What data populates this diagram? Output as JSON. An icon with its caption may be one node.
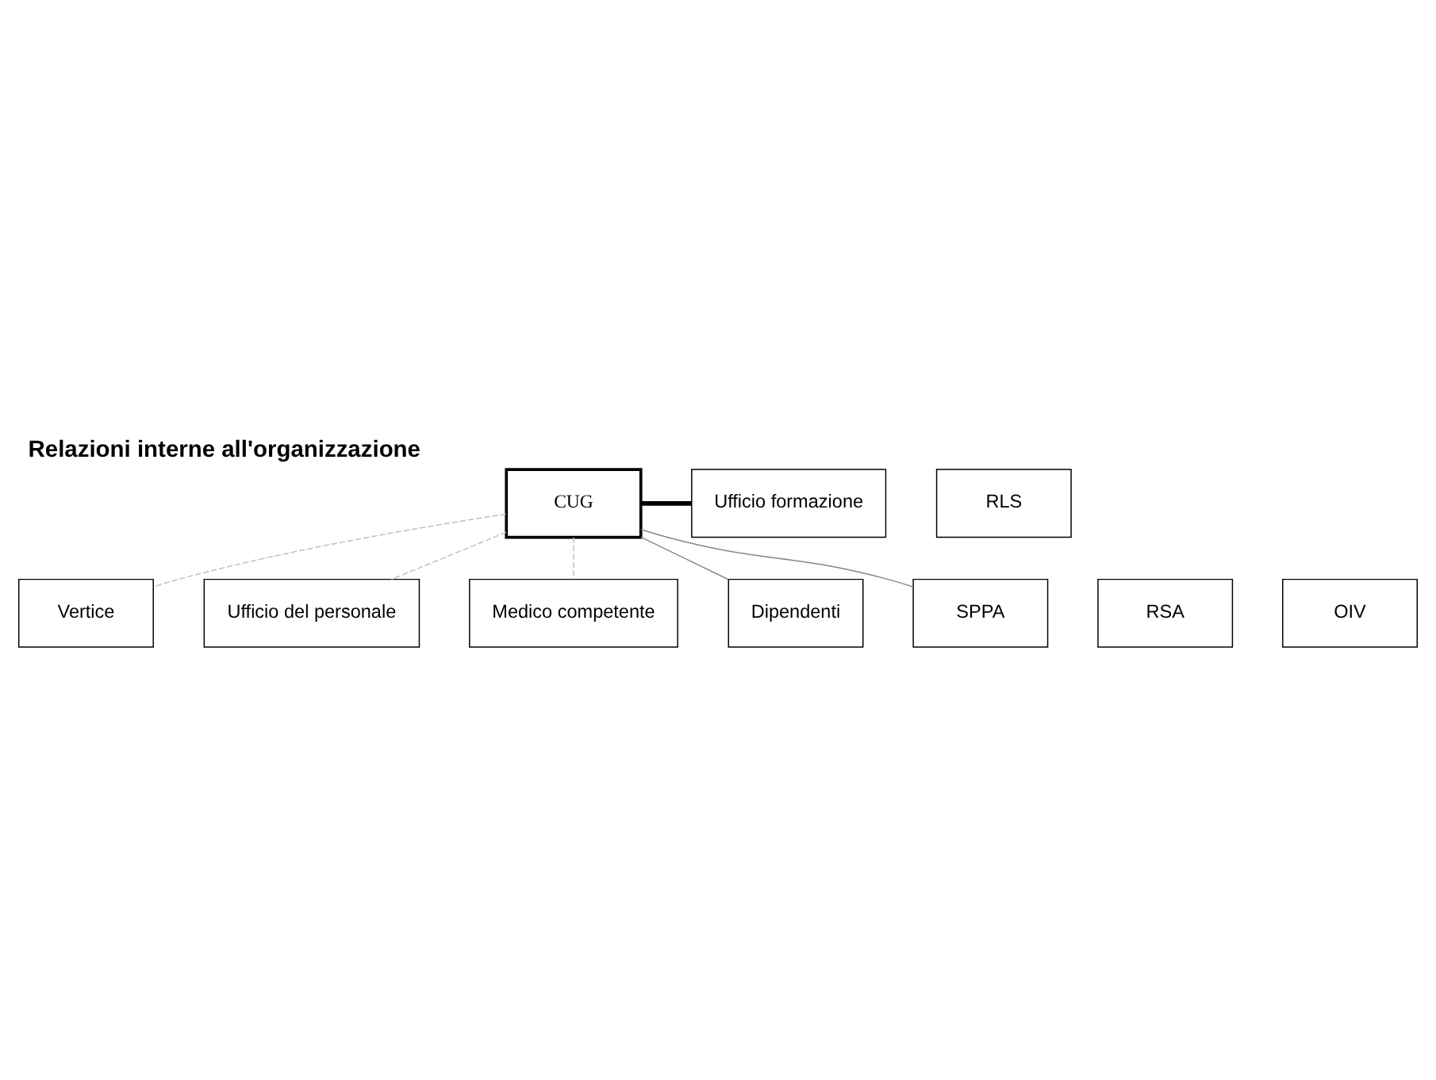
{
  "diagram": {
    "title": "Relazioni interne all'organizzazione",
    "nodes": [
      {
        "text": [
          "Vertice"
        ]
      },
      {
        "text": [
          "RSA"
        ]
      },
      {
        "text": [
          "Ufficio del personale"
        ]
      },
      {
        "text": [
          "RLS"
        ]
      },
      {
        "text": [
          "CUG"
        ]
      },
      {
        "text": [
          "Ufficio formazione"
        ]
      },
      {
        "text": [
          "Medico competente"
        ]
      },
      {
        "text": [
          "OIV"
        ]
      },
      {
        "text": [
          "Dipendenti"
        ]
      },
      {
        "text": [
          "SPPA"
        ]
      }
    ],
    "edges": [
      {
        "from": 4,
        "to": 0,
        "arrow": "none",
        "style": "dashed",
        "color": "#c0c0c0"
      },
      {
        "from": 4,
        "to": 2,
        "arrow": "none",
        "style": "dashed",
        "color": "#c0c0c0"
      },
      {
        "from": 4,
        "to": 5,
        "arrow": "none",
        "style": "thick",
        "color": "#000000"
      },
      {
        "from": 4,
        "to": 6,
        "arrow": "none",
        "style": "dashed",
        "color": "#c0c0c0"
      },
      {
        "from": 4,
        "to": 8,
        "arrow": "none"
      },
      {
        "from": 4,
        "to": 9,
        "arrow": "none"
      }
    ]
  }
}
